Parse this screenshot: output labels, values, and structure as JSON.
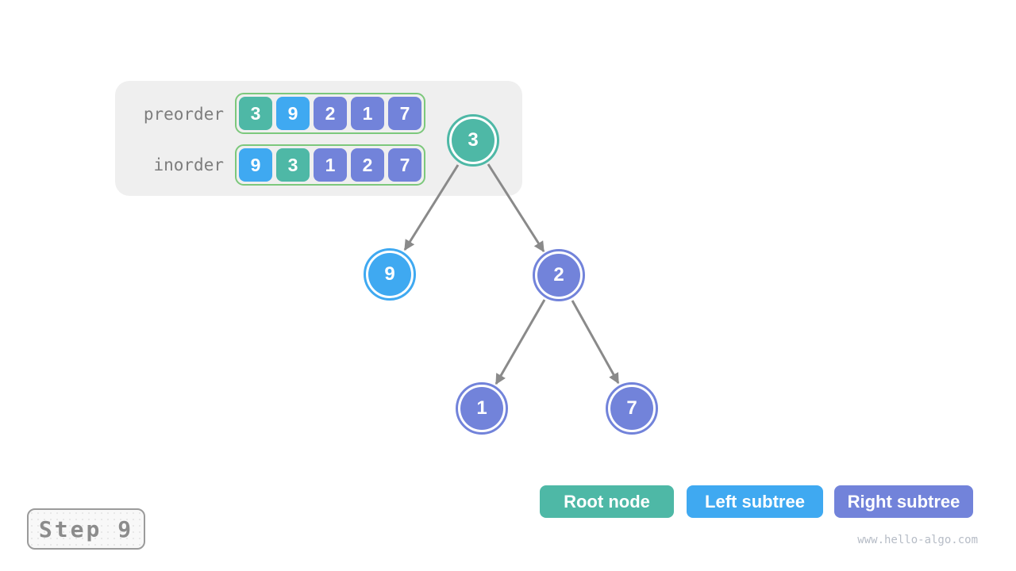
{
  "colors": {
    "root": "#4EB8A6",
    "left": "#3FA9F1",
    "right": "#7283DA",
    "array_border": "#7CC87C",
    "panel_bg": "#EFEFEF",
    "arrow": "#8A8A8A",
    "label_text": "#7D7D7D",
    "step_text": "#8C8C8C",
    "step_border": "#9B9B9B",
    "watermark_text": "#B6BCC6"
  },
  "panel": {
    "arrays": {
      "preorder": {
        "label": "preorder",
        "cells": [
          {
            "value": "3",
            "role": "root"
          },
          {
            "value": "9",
            "role": "left"
          },
          {
            "value": "2",
            "role": "right"
          },
          {
            "value": "1",
            "role": "right"
          },
          {
            "value": "7",
            "role": "right"
          }
        ]
      },
      "inorder": {
        "label": "inorder",
        "cells": [
          {
            "value": "9",
            "role": "left"
          },
          {
            "value": "3",
            "role": "root"
          },
          {
            "value": "1",
            "role": "right"
          },
          {
            "value": "2",
            "role": "right"
          },
          {
            "value": "7",
            "role": "right"
          }
        ]
      }
    }
  },
  "tree": {
    "nodes": [
      {
        "value": "3",
        "role": "root"
      },
      {
        "value": "9",
        "role": "left"
      },
      {
        "value": "2",
        "role": "right"
      },
      {
        "value": "1",
        "role": "right"
      },
      {
        "value": "7",
        "role": "right"
      }
    ],
    "edges": [
      [
        0,
        1
      ],
      [
        0,
        2
      ],
      [
        2,
        3
      ],
      [
        2,
        4
      ]
    ]
  },
  "legend": [
    {
      "label": "Root node",
      "role": "root"
    },
    {
      "label": "Left subtree",
      "role": "left"
    },
    {
      "label": "Right subtree",
      "role": "right"
    }
  ],
  "step": {
    "label": "Step 9"
  },
  "watermark": "www.hello-algo.com"
}
